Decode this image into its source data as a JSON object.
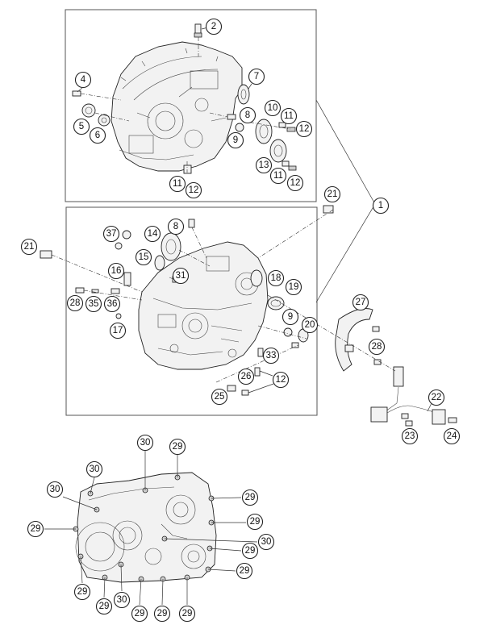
{
  "callouts": {
    "c1": "1",
    "c2": "2",
    "c4": "4",
    "c5": "5",
    "c6": "6",
    "c7": "7",
    "c8a": "8",
    "c9a": "9",
    "c10": "10",
    "c11a": "11",
    "c12a": "12",
    "c13": "13",
    "c11b": "11",
    "c12b": "12",
    "c11c": "11",
    "c12c": "12",
    "c21a": "21",
    "c8b": "8",
    "c14": "14",
    "c37": "37",
    "c15": "15",
    "c21b": "21",
    "c16": "16",
    "c31": "31",
    "c18": "18",
    "c19": "19",
    "c28a": "28",
    "c35": "35",
    "c36": "36",
    "c17": "17",
    "c27": "27",
    "c9b": "9",
    "c20": "20",
    "c28b": "28",
    "c33": "33",
    "c26": "26",
    "c12d": "12",
    "c25": "25",
    "c22": "22",
    "c23": "23",
    "c24": "24",
    "b30a": "30",
    "b29a": "29",
    "b30b": "30",
    "b30c": "30",
    "b29b": "29",
    "b29c": "29",
    "b29d": "29",
    "b30d": "30",
    "b29e": "29",
    "b29f": "29",
    "b29g": "29",
    "b29h": "29",
    "b30e": "30",
    "b29i": "29",
    "b29j": "29",
    "b29k": "29"
  }
}
